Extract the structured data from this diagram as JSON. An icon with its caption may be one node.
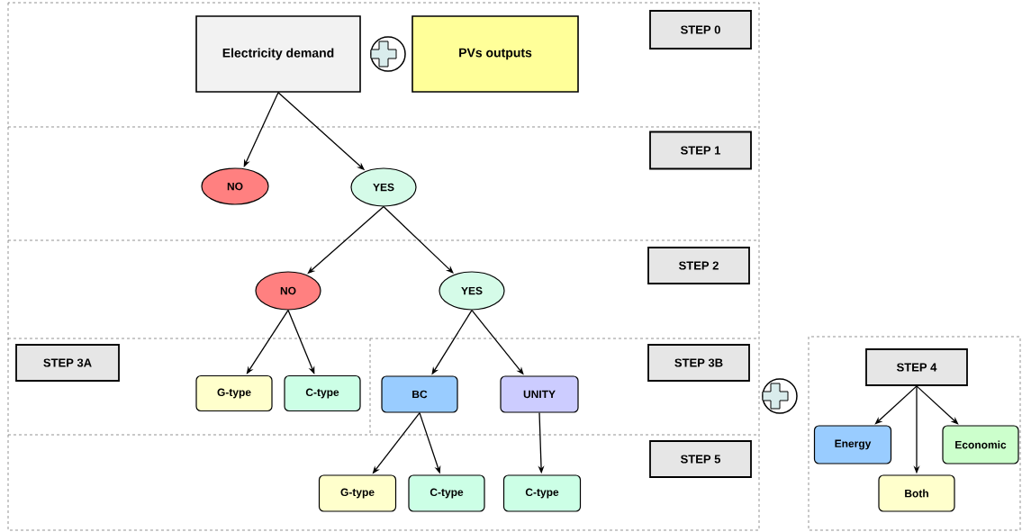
{
  "diagram": {
    "nodes": [
      {
        "text": [
          "Electricity demand"
        ]
      },
      {
        "text": [
          "PVs outputs"
        ]
      },
      {
        "text": [
          "STEP 0"
        ]
      },
      {
        "text": [
          "NO"
        ]
      },
      {
        "text": [
          "YES"
        ]
      },
      {
        "text": [
          "STEP 1"
        ]
      },
      {
        "text": [
          "STEP 2"
        ]
      },
      {
        "text": [
          "NO"
        ]
      },
      {
        "text": [
          "YES"
        ]
      },
      {
        "text": [
          "STEP 3A"
        ]
      },
      {
        "text": [
          "STEP 3B"
        ]
      },
      {
        "text": [
          "G-type"
        ]
      },
      {
        "text": [
          "C-type"
        ]
      },
      {
        "text": [
          "BC"
        ]
      },
      {
        "text": [
          "UNITY"
        ]
      },
      {
        "text": [
          "STEP 4"
        ]
      },
      {
        "text": [
          "Energy"
        ]
      },
      {
        "text": [
          "Both"
        ]
      },
      {
        "text": [
          "Economic"
        ]
      },
      {
        "text": [
          "STEP 5"
        ]
      },
      {
        "text": [
          "G-type"
        ]
      },
      {
        "text": [
          "C-type"
        ]
      },
      {
        "text": [
          "C-type"
        ]
      }
    ],
    "edges": [
      {
        "from": 0,
        "to": 3,
        "arrow": "to"
      },
      {
        "from": 0,
        "to": 4,
        "arrow": "to"
      },
      {
        "from": 4,
        "to": 7,
        "arrow": "to"
      },
      {
        "from": 4,
        "to": 8,
        "arrow": "to"
      },
      {
        "from": 7,
        "to": 11,
        "arrow": "to"
      },
      {
        "from": 7,
        "to": 12,
        "arrow": "to"
      },
      {
        "from": 8,
        "to": 13,
        "arrow": "to"
      },
      {
        "from": 8,
        "to": 14,
        "arrow": "to"
      },
      {
        "from": 15,
        "to": 16,
        "arrow": "to"
      },
      {
        "from": 15,
        "to": 17,
        "arrow": "to"
      },
      {
        "from": 15,
        "to": 18,
        "arrow": "to"
      },
      {
        "from": 13,
        "to": 20,
        "arrow": "to"
      },
      {
        "from": 13,
        "to": 21,
        "arrow": "to"
      },
      {
        "from": 14,
        "to": 22,
        "arrow": "to"
      }
    ]
  }
}
